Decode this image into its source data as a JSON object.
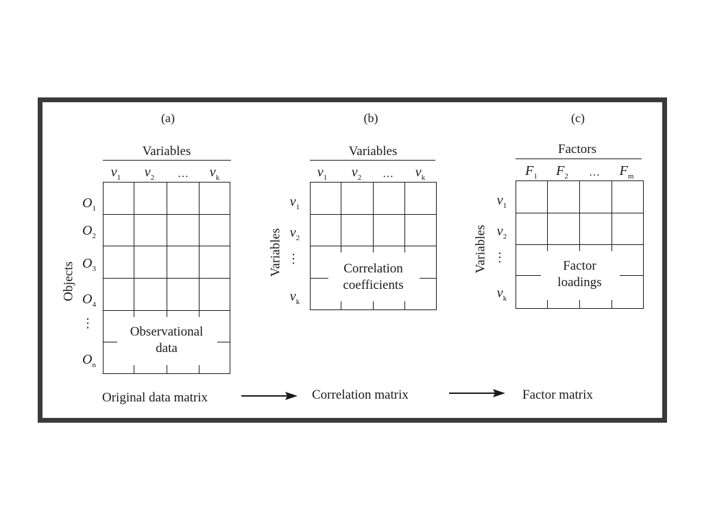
{
  "panels": {
    "a": {
      "letter": "(a)",
      "header": "Variables",
      "columns": [
        "v",
        "v",
        "…",
        "v"
      ],
      "column_subs": [
        "1",
        "2",
        "",
        "k"
      ],
      "side_label": "Objects",
      "rows": [
        "O",
        "O",
        "O",
        "O",
        "⋮",
        "O"
      ],
      "row_subs": [
        "1",
        "2",
        "3",
        "4",
        "",
        "n"
      ],
      "cell_label": [
        "Observational",
        "data"
      ],
      "caption": "Original data matrix"
    },
    "b": {
      "letter": "(b)",
      "header": "Variables",
      "columns": [
        "v",
        "v",
        "…",
        "v"
      ],
      "column_subs": [
        "1",
        "2",
        "",
        "k"
      ],
      "side_label": "Variables",
      "rows": [
        "v",
        "v",
        "⋮",
        "v"
      ],
      "row_subs": [
        "1",
        "2",
        "",
        "k"
      ],
      "cell_label": [
        "Correlation",
        "coefficients"
      ],
      "caption": "Correlation matrix"
    },
    "c": {
      "letter": "(c)",
      "header": "Factors",
      "columns": [
        "F",
        "F",
        "…",
        "F"
      ],
      "column_subs": [
        "1",
        "2",
        "",
        "m"
      ],
      "side_label": "Variables",
      "rows": [
        "v",
        "v",
        "⋮",
        "v"
      ],
      "row_subs": [
        "1",
        "2",
        "",
        "k"
      ],
      "cell_label": [
        "Factor",
        "loadings"
      ],
      "caption": "Factor matrix"
    }
  },
  "colors": {
    "frame": "#3a3a3a",
    "ink": "#1a1a1a",
    "background": "#ffffff"
  }
}
